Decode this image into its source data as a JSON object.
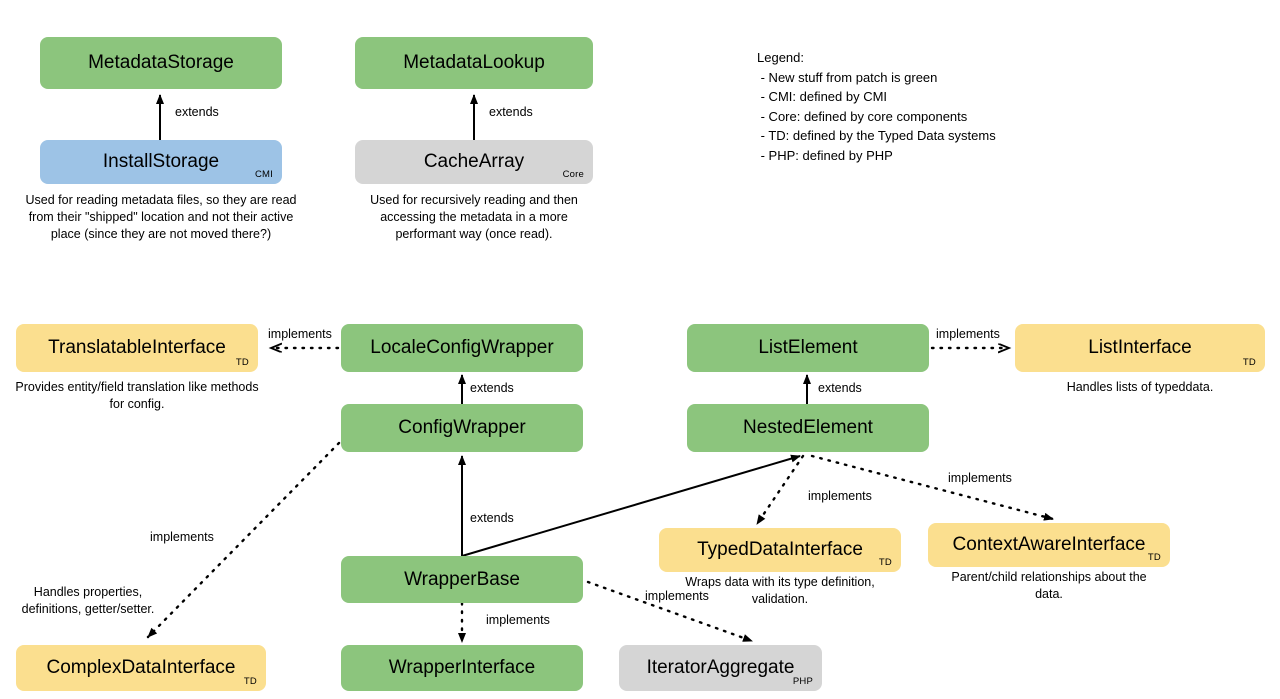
{
  "diagram": {
    "title": "Config wrapper / Typed Data class diagram",
    "background": "#ffffff",
    "colors": {
      "green": "#8cc57d",
      "blue": "#9dc3e6",
      "yellow": "#fbdf8f",
      "gray": "#d5d5d5",
      "line": "#000000"
    }
  },
  "legend": {
    "heading": "Legend:",
    "items": [
      "- New stuff from patch is green",
      "- CMI: defined by CMI",
      "- Core: defined by core components",
      "- TD: defined by the Typed Data systems",
      "- PHP: defined by PHP"
    ],
    "text": "Legend:\n - New stuff from patch is green\n - CMI: defined by CMI\n - Core: defined by core components\n - TD: defined by the Typed Data systems\n - PHP: defined by PHP"
  },
  "nodes": [
    {
      "id": "metadata-storage",
      "label": "MetadataStorage",
      "tag": "",
      "color": "green"
    },
    {
      "id": "install-storage",
      "label": "InstallStorage",
      "tag": "CMI",
      "color": "blue"
    },
    {
      "id": "metadata-lookup",
      "label": "MetadataLookup",
      "tag": "",
      "color": "green"
    },
    {
      "id": "cache-array",
      "label": "CacheArray",
      "tag": "Core",
      "color": "gray"
    },
    {
      "id": "translatable-interface",
      "label": "TranslatableInterface",
      "tag": "TD",
      "color": "yellow"
    },
    {
      "id": "locale-config-wrapper",
      "label": "LocaleConfigWrapper",
      "tag": "",
      "color": "green"
    },
    {
      "id": "list-element",
      "label": "ListElement",
      "tag": "",
      "color": "green"
    },
    {
      "id": "list-interface",
      "label": "ListInterface",
      "tag": "TD",
      "color": "yellow"
    },
    {
      "id": "config-wrapper",
      "label": "ConfigWrapper",
      "tag": "",
      "color": "green"
    },
    {
      "id": "nested-element",
      "label": "NestedElement",
      "tag": "",
      "color": "green"
    },
    {
      "id": "typed-data-interface",
      "label": "TypedDataInterface",
      "tag": "TD",
      "color": "yellow"
    },
    {
      "id": "context-aware-interface",
      "label": "ContextAwareInterface",
      "tag": "TD",
      "color": "yellow"
    },
    {
      "id": "wrapper-base",
      "label": "WrapperBase",
      "tag": "",
      "color": "green"
    },
    {
      "id": "wrapper-interface",
      "label": "WrapperInterface",
      "tag": "",
      "color": "green"
    },
    {
      "id": "complex-data-interface",
      "label": "ComplexDataInterface",
      "tag": "TD",
      "color": "yellow"
    },
    {
      "id": "iterator-aggregate",
      "label": "IteratorAggregate",
      "tag": "PHP",
      "color": "gray"
    }
  ],
  "notes": [
    {
      "id": "note-install-storage",
      "text": "Used for reading metadata files, so they are read from their \"shipped\" location and not their active place (since they are not moved there?)"
    },
    {
      "id": "note-cache-array",
      "text": "Used for recursively reading and then accessing the metadata in a more performant way (once read)."
    },
    {
      "id": "note-translatable-interface",
      "text": "Provides entity/field translation like methods for config."
    },
    {
      "id": "note-list-interface",
      "text": "Handles lists of typeddata."
    },
    {
      "id": "note-typed-data-interface",
      "text": "Wraps data with its type definition, validation."
    },
    {
      "id": "note-context-aware-interface",
      "text": "Parent/child relationships about the data."
    },
    {
      "id": "note-complex-data-interface",
      "text": "Handles properties, definitions, getter/setter."
    }
  ],
  "edges": [
    {
      "id": "edge-install-extends-metadatastorage",
      "from": "install-storage",
      "to": "metadata-storage",
      "label": "extends",
      "style": "solid"
    },
    {
      "id": "edge-cachearray-extends-metadatalookup",
      "from": "cache-array",
      "to": "metadata-lookup",
      "label": "extends",
      "style": "solid"
    },
    {
      "id": "edge-locale-implements-translatable",
      "from": "locale-config-wrapper",
      "to": "translatable-interface",
      "label": "implements",
      "style": "dotted"
    },
    {
      "id": "edge-locale-extends-configwrapper",
      "from": "locale-config-wrapper",
      "to": "config-wrapper",
      "label": "extends",
      "style": "solid"
    },
    {
      "id": "edge-listelement-implements-listinterface",
      "from": "list-element",
      "to": "list-interface",
      "label": "implements",
      "style": "dotted"
    },
    {
      "id": "edge-nested-extends-listelement",
      "from": "nested-element",
      "to": "list-element",
      "label": "extends",
      "style": "solid"
    },
    {
      "id": "edge-configwrapper-extends-wrapperbase",
      "from": "wrapper-base",
      "to": "config-wrapper",
      "label": "extends",
      "style": "solid"
    },
    {
      "id": "edge-wrapperbase-extends-nestedelement",
      "from": "wrapper-base",
      "to": "nested-element",
      "label": "",
      "style": "solid"
    },
    {
      "id": "edge-configwrapper-implements-complexdata",
      "from": "config-wrapper",
      "to": "complex-data-interface",
      "label": "implements",
      "style": "dotted"
    },
    {
      "id": "edge-nested-implements-typeddata",
      "from": "nested-element",
      "to": "typed-data-interface",
      "label": "implements",
      "style": "dotted"
    },
    {
      "id": "edge-nested-implements-contextaware",
      "from": "nested-element",
      "to": "context-aware-interface",
      "label": "implements",
      "style": "dotted"
    },
    {
      "id": "edge-wrapperbase-implements-wrapperinterface",
      "from": "wrapper-base",
      "to": "wrapper-interface",
      "label": "implements",
      "style": "dotted"
    },
    {
      "id": "edge-wrapperbase-implements-iterator",
      "from": "wrapper-base",
      "to": "iterator-aggregate",
      "label": "implements",
      "style": "dotted"
    }
  ]
}
